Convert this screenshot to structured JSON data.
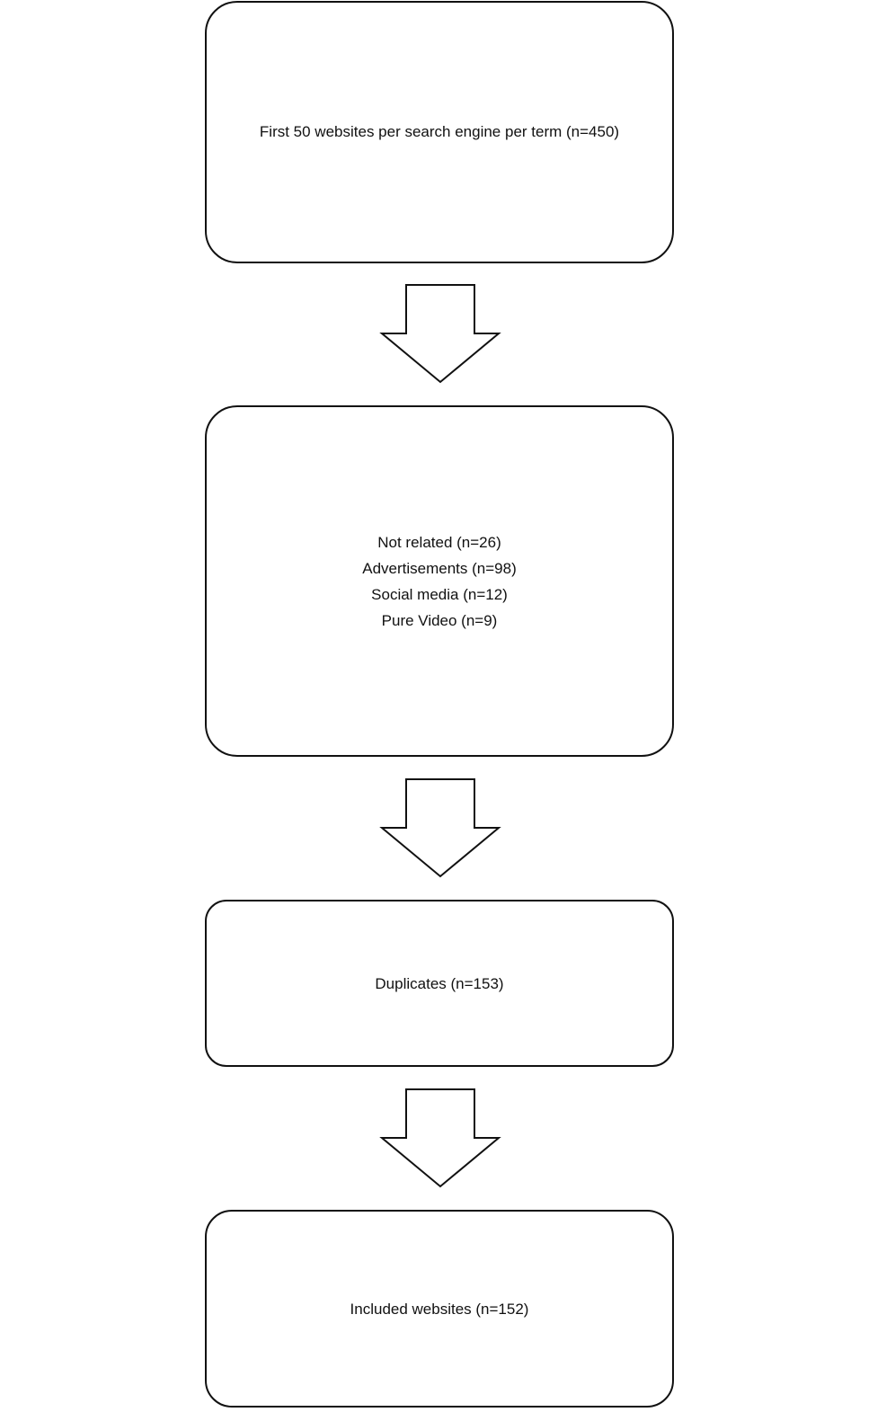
{
  "flowchart": {
    "boxes": [
      {
        "lines": [
          "First 50 websites per search engine per term (n=450)"
        ]
      },
      {
        "lines": [
          "Not related (n=26)",
          "Advertisements (n=98)",
          "Social media (n=12)",
          "Pure Video (n=9)"
        ]
      },
      {
        "lines": [
          "Duplicates (n=153)"
        ]
      },
      {
        "lines": [
          "Included websites (n=152)"
        ]
      }
    ],
    "colors": {
      "stroke": "#111111",
      "fill": "#ffffff"
    }
  }
}
